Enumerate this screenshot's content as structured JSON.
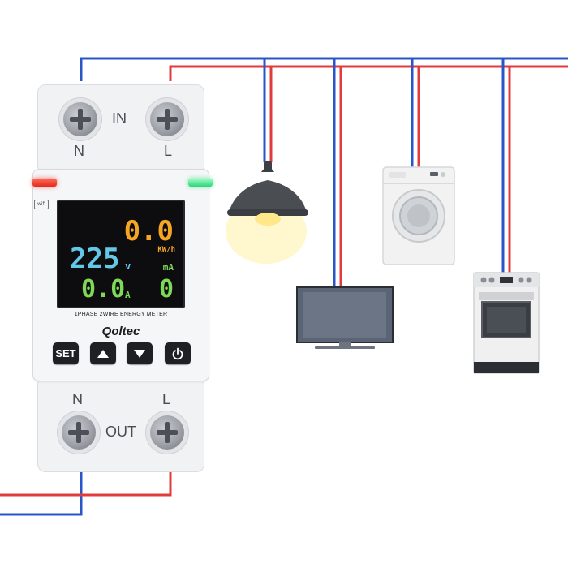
{
  "meter": {
    "input_label": "IN",
    "output_label": "OUT",
    "neutral_label": "N",
    "live_label": "L",
    "product_line": "1PHASE 2WIRE ENERGY METER",
    "brand": "Qoltec",
    "wifi_badge": "wifi",
    "display": {
      "energy_value": "0.0",
      "energy_unit": "KW/h",
      "voltage_value": "225",
      "voltage_unit": "v",
      "current_value": "0.0",
      "current_unit": "A",
      "leakage_unit": "mA",
      "leakage_value": "0"
    },
    "buttons": {
      "set_label": "SET"
    }
  },
  "colors": {
    "neutral_wire": "#2856c8",
    "live_wire": "#e23b3b",
    "energy_digits": "#f5a623",
    "voltage_digits": "#63c7e8",
    "current_digits": "#7ed957",
    "leakage_digits": "#7ed957",
    "led_fault": "#e12a1c",
    "led_ok": "#2fd37a"
  },
  "appliances": [
    "pendant-lamp",
    "television",
    "washing-machine",
    "electric-oven"
  ]
}
